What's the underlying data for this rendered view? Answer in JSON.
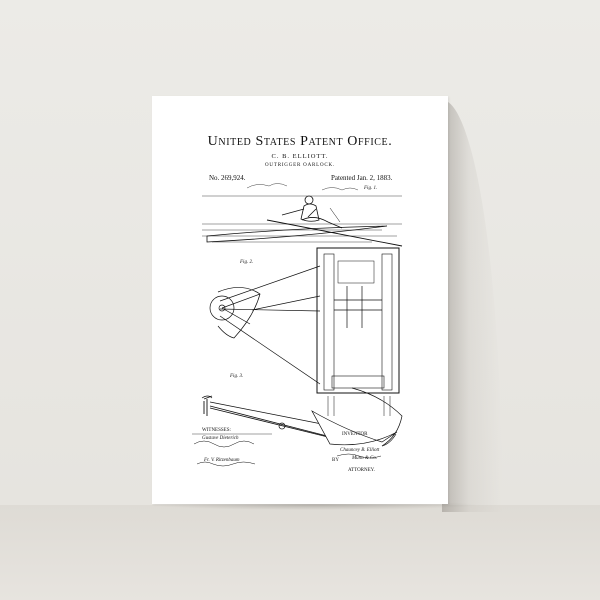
{
  "document": {
    "title": "United States Patent Office.",
    "inventor": "C. B. ELLIOTT.",
    "invention": "OUTRIGGER OARLOCK.",
    "patent_number": "No. 269,924.",
    "patent_date": "Patented Jan. 2, 1883.",
    "figures": {
      "fig1": "Fig. 1.",
      "fig2": "Fig. 2.",
      "fig3": "Fig. 3."
    },
    "witnesses_label": "WITNESSES:",
    "witness_1": "Gustave Dieterich",
    "witness_2": "Fr. V. Ritzenbaum",
    "inventor_label": "INVENTOR",
    "inventor_signature": "Chauncey B. Elliott",
    "by_label": "BY",
    "attorney_signature": "Munn & Co.",
    "attorney_label": "ATTORNEY."
  },
  "colors": {
    "wall": "#ecebe7",
    "floor": "#dedbd5",
    "paper": "#ffffff",
    "ink": "#111111"
  }
}
